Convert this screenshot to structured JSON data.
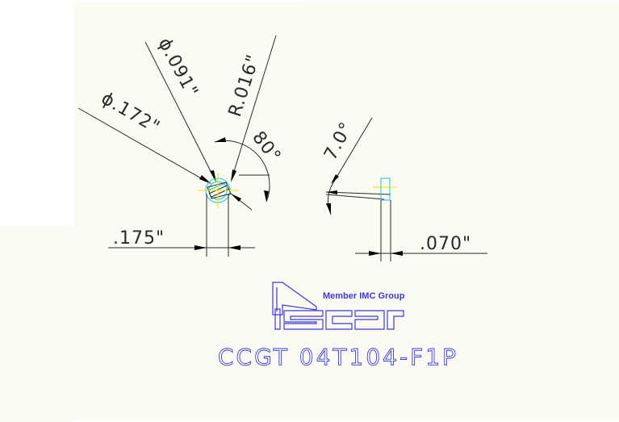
{
  "drawing": {
    "dims": {
      "dia_172": "ϕ.172\"",
      "dia_091": "ϕ.091\"",
      "rad_016": "R.016\"",
      "angle_80": "80°",
      "len_175": ".175\"",
      "angle_7": "7.0°",
      "len_070": ".070\""
    },
    "logo": {
      "tagline": "Member IMC Group",
      "brand": "iscar"
    },
    "part_number": "CCGT 04T104-F1P"
  },
  "colors": {
    "background": "#fbfbf3",
    "lines": "#2a2a2a",
    "blue": "#3b3bd8",
    "cyan": "#19c6d6",
    "yellow": "#f2e600"
  }
}
